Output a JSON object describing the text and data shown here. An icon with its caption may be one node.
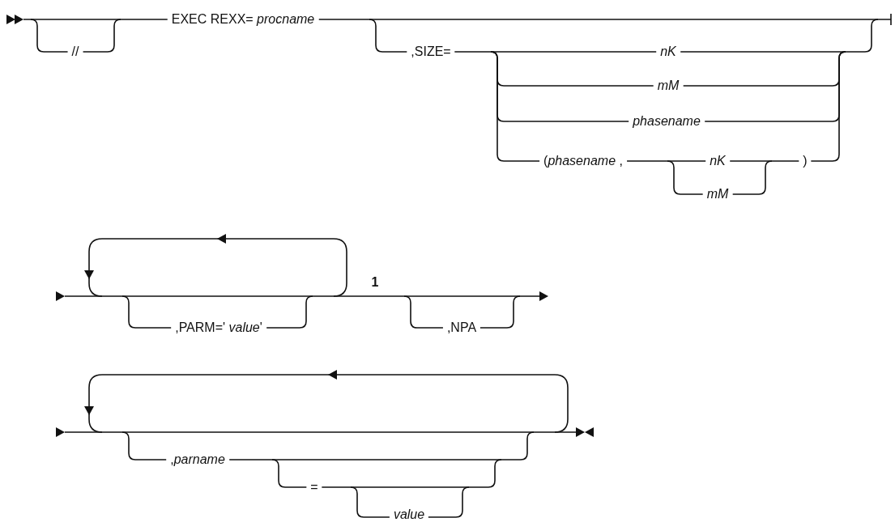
{
  "diagram": {
    "labels": [
      "EXEC REXX= *procname*",
      "//",
      ",SIZE=",
      "nK",
      "mM",
      "phasename",
      "(*phasename* ,",
      "nK",
      ")",
      "mM",
      ",PARM=' *value*'",
      "1",
      ",NPA",
      ",*parname*",
      "=",
      "value"
    ]
  }
}
